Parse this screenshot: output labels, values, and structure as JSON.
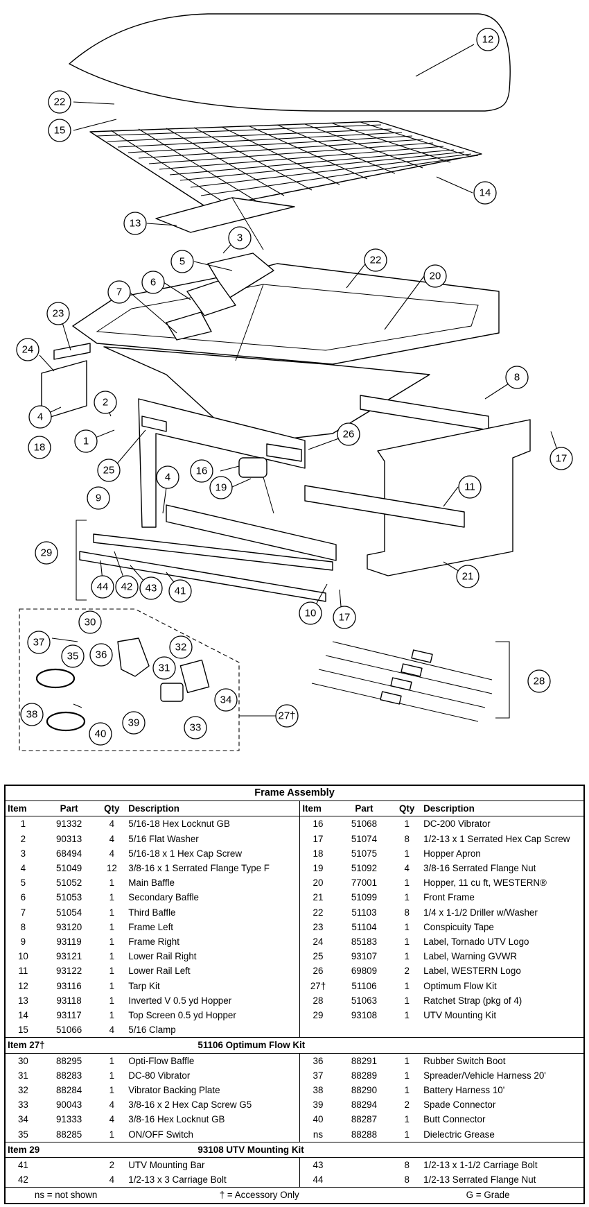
{
  "callouts": {
    "c1": "1",
    "c2": "2",
    "c3": "3",
    "c4a": "4",
    "c4b": "4",
    "c5": "5",
    "c6": "6",
    "c7": "7",
    "c8": "8",
    "c9": "9",
    "c10": "10",
    "c11": "11",
    "c12": "12",
    "c13": "13",
    "c14": "14",
    "c15": "15",
    "c16": "16",
    "c17a": "17",
    "c17b": "17",
    "c18": "18",
    "c19": "19",
    "c20": "20",
    "c21": "21",
    "c22a": "22",
    "c22b": "22",
    "c23": "23",
    "c24": "24",
    "c25": "25",
    "c26": "26",
    "c27": "27†",
    "c28": "28",
    "c29": "29",
    "c30": "30",
    "c31": "31",
    "c32": "32",
    "c33": "33",
    "c34": "34",
    "c35": "35",
    "c36": "36",
    "c37": "37",
    "c38": "38",
    "c39": "39",
    "c40": "40",
    "c41": "41",
    "c42": "42",
    "c43": "43",
    "c44": "44"
  },
  "table": {
    "title": "Frame Assembly",
    "headers": {
      "item": "Item",
      "part": "Part",
      "qty": "Qty",
      "description": "Description"
    },
    "frame_rows": [
      {
        "l": [
          "1",
          "91332",
          "4",
          "5/16-18 Hex Locknut GB"
        ],
        "r": [
          "16",
          "51068",
          "1",
          "DC-200 Vibrator"
        ]
      },
      {
        "l": [
          "2",
          "90313",
          "4",
          "5/16 Flat Washer"
        ],
        "r": [
          "17",
          "51074",
          "8",
          "1/2-13 x 1 Serrated Hex Cap Screw"
        ]
      },
      {
        "l": [
          "3",
          "68494",
          "4",
          "5/16-18 x 1 Hex Cap Screw"
        ],
        "r": [
          "18",
          "51075",
          "1",
          "Hopper Apron"
        ]
      },
      {
        "l": [
          "4",
          "51049",
          "12",
          "3/8-16 x 1 Serrated Flange Type F"
        ],
        "r": [
          "19",
          "51092",
          "4",
          "3/8-16 Serrated Flange Nut"
        ]
      },
      {
        "l": [
          "5",
          "51052",
          "1",
          "Main Baffle"
        ],
        "r": [
          "20",
          "77001",
          "1",
          "Hopper, 11 cu ft, WESTERN®"
        ]
      },
      {
        "l": [
          "6",
          "51053",
          "1",
          "Secondary Baffle"
        ],
        "r": [
          "21",
          "51099",
          "1",
          "Front Frame"
        ]
      },
      {
        "l": [
          "7",
          "51054",
          "1",
          "Third Baffle"
        ],
        "r": [
          "22",
          "51103",
          "8",
          "1/4 x 1-1/2 Driller w/Washer"
        ]
      },
      {
        "l": [
          "8",
          "93120",
          "1",
          "Frame Left"
        ],
        "r": [
          "23",
          "51104",
          "1",
          "Conspicuity Tape"
        ]
      },
      {
        "l": [
          "9",
          "93119",
          "1",
          "Frame Right"
        ],
        "r": [
          "24",
          "85183",
          "1",
          "Label, Tornado UTV Logo"
        ]
      },
      {
        "l": [
          "10",
          "93121",
          "1",
          "Lower Rail Right"
        ],
        "r": [
          "25",
          "93107",
          "1",
          "Label, Warning GVWR"
        ]
      },
      {
        "l": [
          "11",
          "93122",
          "1",
          "Lower Rail Left"
        ],
        "r": [
          "26",
          "69809",
          "2",
          "Label, WESTERN Logo"
        ]
      },
      {
        "l": [
          "12",
          "93116",
          "1",
          "Tarp Kit"
        ],
        "r": [
          "27†",
          "51106",
          "1",
          "Optimum Flow Kit"
        ]
      },
      {
        "l": [
          "13",
          "93118",
          "1",
          "Inverted V 0.5 yd Hopper"
        ],
        "r": [
          "28",
          "51063",
          "1",
          "Ratchet Strap (pkg of 4)"
        ]
      },
      {
        "l": [
          "14",
          "93117",
          "1",
          "Top Screen 0.5 yd Hopper"
        ],
        "r": [
          "29",
          "93108",
          "1",
          "UTV Mounting Kit"
        ]
      },
      {
        "l": [
          "15",
          "51066",
          "4",
          "5/16 Clamp"
        ],
        "r": [
          "",
          "",
          "",
          ""
        ]
      }
    ],
    "kit27": {
      "item_label": "Item 27†",
      "title": "51106  Optimum Flow Kit",
      "rows": [
        {
          "l": [
            "30",
            "88295",
            "1",
            "Opti-Flow Baffle"
          ],
          "r": [
            "36",
            "88291",
            "1",
            "Rubber Switch Boot"
          ]
        },
        {
          "l": [
            "31",
            "88283",
            "1",
            "DC-80 Vibrator"
          ],
          "r": [
            "37",
            "88289",
            "1",
            "Spreader/Vehicle Harness 20'"
          ]
        },
        {
          "l": [
            "32",
            "88284",
            "1",
            "Vibrator Backing Plate"
          ],
          "r": [
            "38",
            "88290",
            "1",
            "Battery Harness 10'"
          ]
        },
        {
          "l": [
            "33",
            "90043",
            "4",
            "3/8-16 x 2 Hex Cap Screw G5"
          ],
          "r": [
            "39",
            "88294",
            "2",
            "Spade Connector"
          ]
        },
        {
          "l": [
            "34",
            "91333",
            "4",
            "3/8-16 Hex Locknut GB"
          ],
          "r": [
            "40",
            "88287",
            "1",
            "Butt Connector"
          ]
        },
        {
          "l": [
            "35",
            "88285",
            "1",
            "ON/OFF Switch"
          ],
          "r": [
            "ns",
            "88288",
            "1",
            "Dielectric Grease"
          ]
        }
      ]
    },
    "kit29": {
      "item_label": "Item 29",
      "title": "93108  UTV Mounting Kit",
      "rows": [
        {
          "l": [
            "41",
            "",
            "2",
            "UTV Mounting Bar"
          ],
          "r": [
            "43",
            "",
            "8",
            "1/2-13 x 1-1/2 Carriage Bolt"
          ]
        },
        {
          "l": [
            "42",
            "",
            "4",
            "1/2-13 x 3 Carriage Bolt"
          ],
          "r": [
            "44",
            "",
            "8",
            "1/2-13 Serrated Flange Nut"
          ]
        }
      ]
    },
    "footer": {
      "ns": "ns = not shown",
      "dagger": "† = Accessory Only",
      "grade": "G = Grade"
    }
  }
}
